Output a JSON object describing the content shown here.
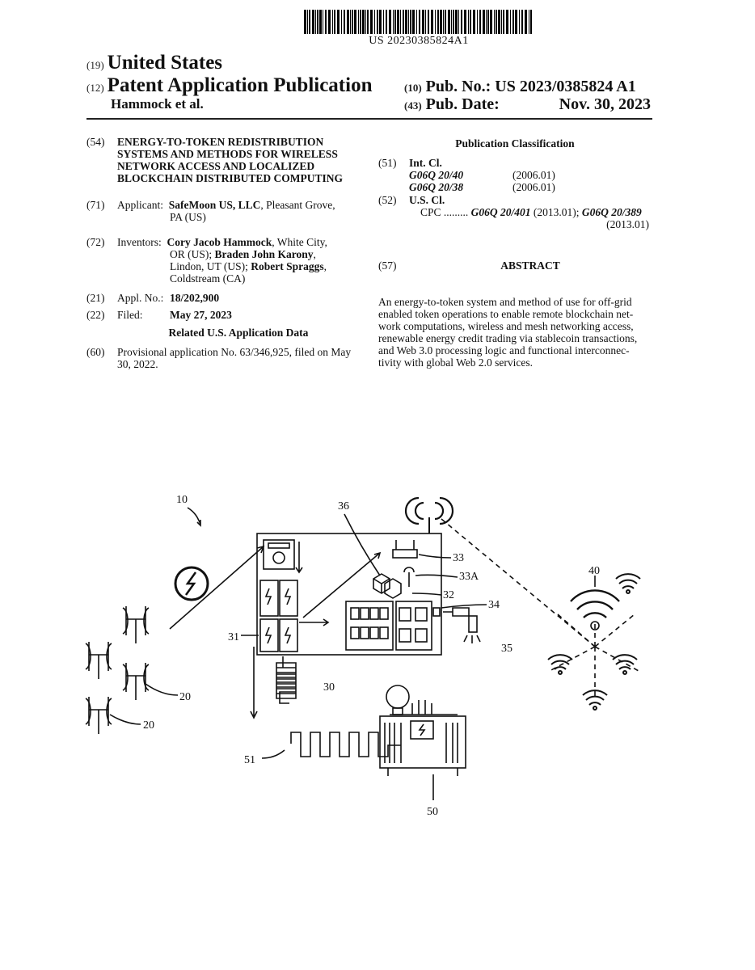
{
  "header": {
    "barcode_text": "US 20230385824A1",
    "country_code": "(19)",
    "country": "United States",
    "type_code": "(12)",
    "type": "Patent Application Publication",
    "inventors_short": "Hammock et al.",
    "pub_no_code": "(10)",
    "pub_no_label": "Pub. No.:",
    "pub_no": "US 2023/0385824 A1",
    "pub_date_code": "(43)",
    "pub_date_label": "Pub. Date:",
    "pub_date": "Nov. 30, 2023"
  },
  "left": {
    "title_code": "(54)",
    "title_lines": [
      "ENERGY-TO-TOKEN REDISTRIBUTION",
      "SYSTEMS AND METHODS FOR WIRELESS",
      "NETWORK ACCESS AND LOCALIZED",
      "BLOCKCHAIN DISTRIBUTED COMPUTING"
    ],
    "applicant_code": "(71)",
    "applicant_label": "Applicant:",
    "applicant_name": "SafeMoon US, LLC",
    "applicant_rest1": ", Pleasant Grove,",
    "applicant_rest2": "PA (US)",
    "inventors_code": "(72)",
    "inventors_label": "Inventors:",
    "inv1_name": "Cory Jacob Hammock",
    "inv1_rest": ", White City,",
    "inv2_pre": "OR (US); ",
    "inv2_name": "Braden John Karony",
    "inv2_rest": ",",
    "inv3_pre": "Lindon, UT (US); ",
    "inv3_name": "Robert Spraggs",
    "inv3_rest": ",",
    "inv4": "Coldstream (CA)",
    "appl_code": "(21)",
    "appl_label": "Appl. No.:",
    "appl_no": "18/202,900",
    "filed_code": "(22)",
    "filed_label": "Filed:",
    "filed_date": "May 27, 2023",
    "related_head": "Related U.S. Application Data",
    "prov_code": "(60)",
    "prov_line1": "Provisional application No. 63/346,925, filed on May",
    "prov_line2": "30, 2022."
  },
  "right": {
    "class_head": "Publication Classification",
    "intcl_code": "(51)",
    "intcl_label": "Int. Cl.",
    "intcl_rows": [
      {
        "code": "G06Q 20/40",
        "year": "(2006.01)"
      },
      {
        "code": "G06Q 20/38",
        "year": "(2006.01)"
      }
    ],
    "uscl_code": "(52)",
    "uscl_label": "U.S. Cl.",
    "cpc_label": "CPC .........",
    "cpc_code1": "G06Q 20/401",
    "cpc_year1": " (2013.01); ",
    "cpc_code2": "G06Q 20/389",
    "cpc_year2": "(2013.01)",
    "abstract_code": "(57)",
    "abstract_head": "ABSTRACT",
    "abstract_lines": [
      "An energy-to-token system and method of use for off-grid",
      "enabled token operations to enable remote blockchain net-",
      "work computations, wireless and mesh networking access,",
      "renewable energy credit trading via stablecoin transactions,",
      "and Web 3.0 processing logic and functional interconnec-",
      "tivity with global Web 2.0 services."
    ]
  },
  "figure": {
    "labels": {
      "l10": "10",
      "l36": "36",
      "l33": "33",
      "l33a": "33A",
      "l32": "32",
      "l34": "34",
      "l35": "35",
      "l31": "31",
      "l30": "30",
      "l20a": "20",
      "l20b": "20",
      "l51": "51",
      "l50": "50",
      "l40": "40"
    }
  }
}
